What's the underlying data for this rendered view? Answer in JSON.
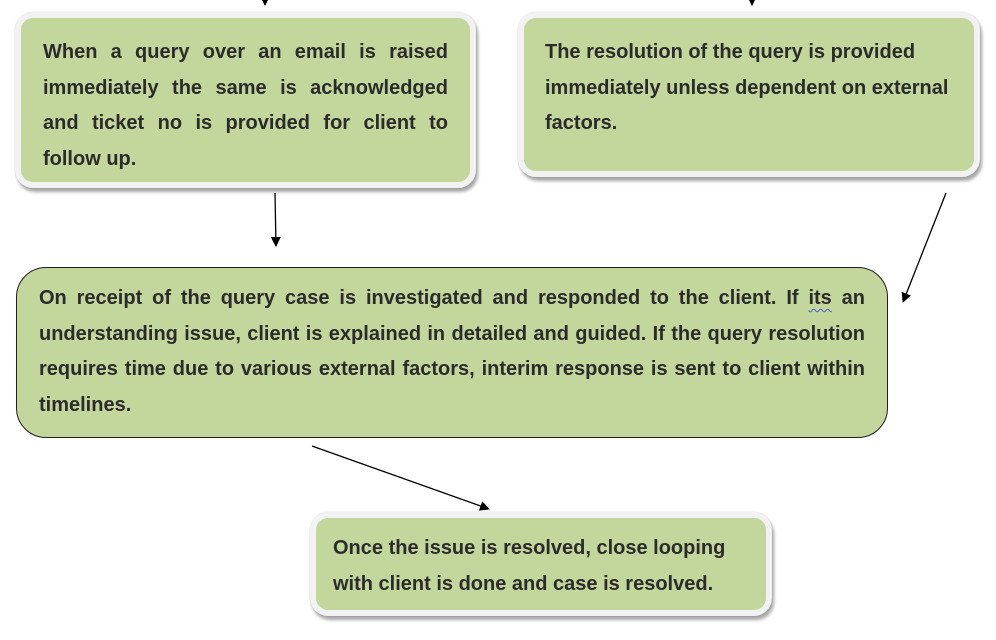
{
  "boxes": {
    "acknowledge": {
      "text": "When a query over an email is raised immediately the same is acknowledged and ticket no is provided for client to follow up."
    },
    "immediate_resolution": {
      "text": "The resolution of the query is provided immediately unless dependent on external factors."
    },
    "investigation": {
      "text_before": "On receipt of the query case is investigated and responded to the client. If ",
      "flagged_word": "its",
      "text_after": " an understanding issue, client is explained in detailed and guided. If the query resolution requires time due to various external factors, interim response is sent to client within timelines."
    },
    "closure": {
      "text": "Once the issue is resolved, close looping with client is done and case is resolved."
    }
  },
  "colors": {
    "box_fill": "#c3d69b",
    "box_frame": "#f2f2f2",
    "text": "#2b2b2b",
    "arrow": "#000000",
    "spellcheck_underline": "#4a5ad6"
  }
}
